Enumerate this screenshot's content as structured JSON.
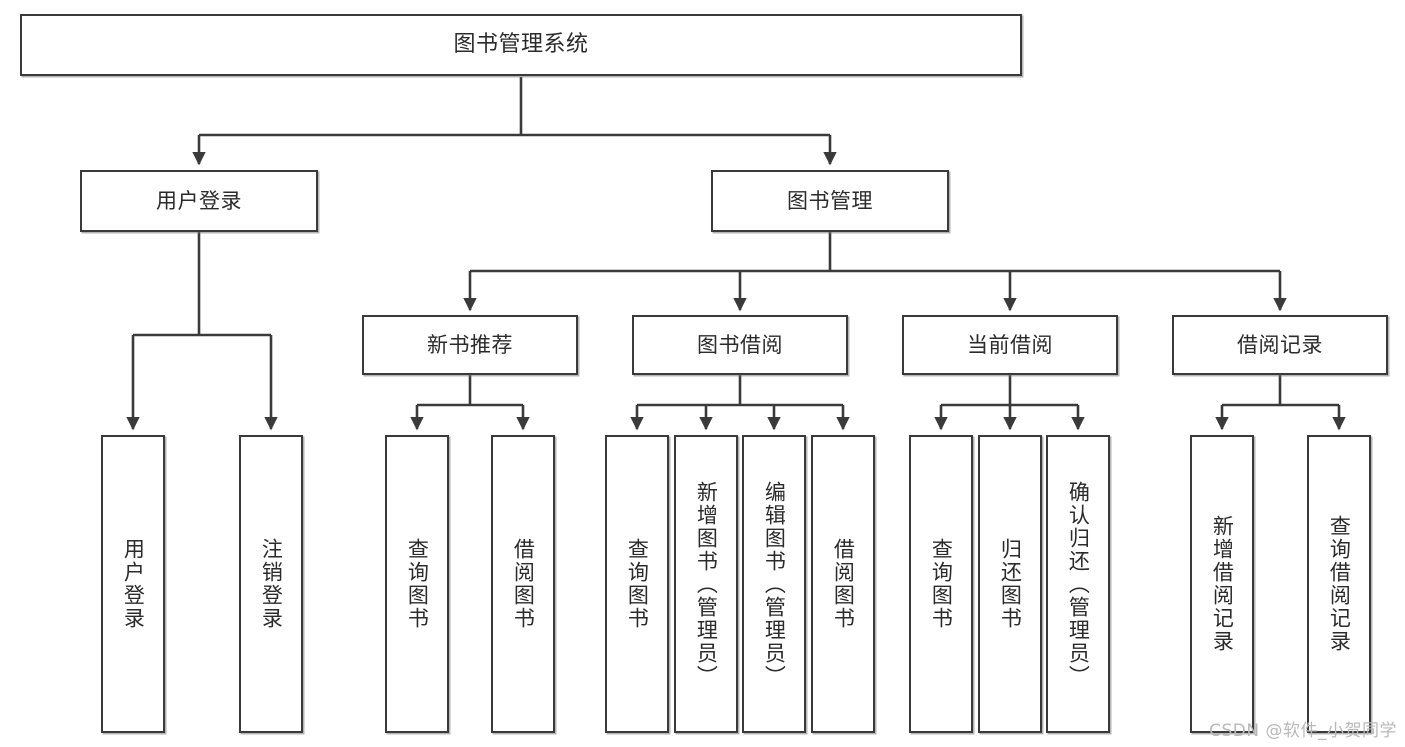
{
  "diagram": {
    "title": "图书管理系统",
    "watermark": "CSDN @软件_小贺同学",
    "colors": {
      "box_border": "#3a3a3a",
      "edge": "#3a3a3a",
      "background": "#ffffff",
      "text": "#2b2b2b",
      "watermark": "#b9b9b9"
    },
    "nodes": {
      "root": {
        "label": "图书管理系统"
      },
      "level2": [
        {
          "id": "user-login",
          "label": "用户登录"
        },
        {
          "id": "book-manage",
          "label": "图书管理"
        }
      ],
      "level3": [
        {
          "id": "new-book-recommend",
          "label": "新书推荐"
        },
        {
          "id": "book-borrow",
          "label": "图书借阅"
        },
        {
          "id": "current-borrow",
          "label": "当前借阅"
        },
        {
          "id": "borrow-record",
          "label": "借阅记录"
        }
      ],
      "leaves": [
        {
          "id": "leaf-user-login",
          "label": "用户登录",
          "parent": "user-login"
        },
        {
          "id": "leaf-logout",
          "label": "注销登录",
          "parent": "user-login"
        },
        {
          "id": "leaf-query-book-1",
          "label": "查询图书",
          "parent": "new-book-recommend"
        },
        {
          "id": "leaf-borrow-book-1",
          "label": "借阅图书",
          "parent": "new-book-recommend"
        },
        {
          "id": "leaf-query-book-2",
          "label": "查询图书",
          "parent": "book-borrow"
        },
        {
          "id": "leaf-add-book",
          "label": "新增图书（管理员）",
          "parent": "book-borrow"
        },
        {
          "id": "leaf-edit-book",
          "label": "编辑图书（管理员）",
          "parent": "book-borrow"
        },
        {
          "id": "leaf-borrow-book-2",
          "label": "借阅图书",
          "parent": "book-borrow"
        },
        {
          "id": "leaf-query-book-3",
          "label": "查询图书",
          "parent": "current-borrow"
        },
        {
          "id": "leaf-return-book",
          "label": "归还图书",
          "parent": "current-borrow"
        },
        {
          "id": "leaf-confirm-return",
          "label": "确认归还（管理员）",
          "parent": "current-borrow"
        },
        {
          "id": "leaf-add-record",
          "label": "新增借阅记录",
          "parent": "borrow-record"
        },
        {
          "id": "leaf-query-record",
          "label": "查询借阅记录",
          "parent": "borrow-record"
        }
      ]
    }
  }
}
